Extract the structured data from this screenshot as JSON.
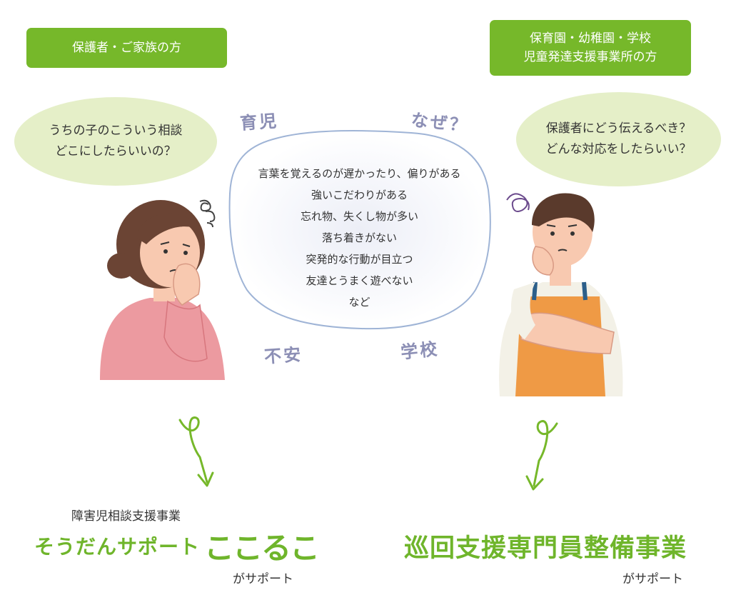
{
  "labels": {
    "parents": "保護者・ご家族の方",
    "schools_line1": "保育園・幼稚園・学校",
    "schools_line2": "児童発達支援事業所の方"
  },
  "bubbles": {
    "parent_line1": "うちの子のこういう相談",
    "parent_line2": "どこにしたらいいの？",
    "teacher_line1": "保護者にどう伝えるべき？",
    "teacher_line2": "どんな対応をしたらいい？"
  },
  "concerns": [
    "言葉を覚えるのが遅かったり、偏りがある",
    "強いこだわりがある",
    "忘れ物、失くし物が多い",
    "落ち着きがない",
    "突発的な行動が目立つ",
    "友達とうまく遊べない",
    "など"
  ],
  "floating_words": {
    "ikuji": "育児",
    "naze": "なぜ？",
    "fuan": "不安",
    "gakko": "学校"
  },
  "bottom_left": {
    "subtitle": "障害児相談支援事業",
    "title": "そうだんサポート",
    "logo": "ここるこ",
    "support": "がサポート"
  },
  "bottom_right": {
    "title": "巡回支援専門員整備事業",
    "support": "がサポート"
  },
  "colors": {
    "brand_green": "#76b82a",
    "bubble_green": "#e5efc8",
    "cloud_outline": "#9fb4d6",
    "word_purple": "#8c8fb5"
  }
}
